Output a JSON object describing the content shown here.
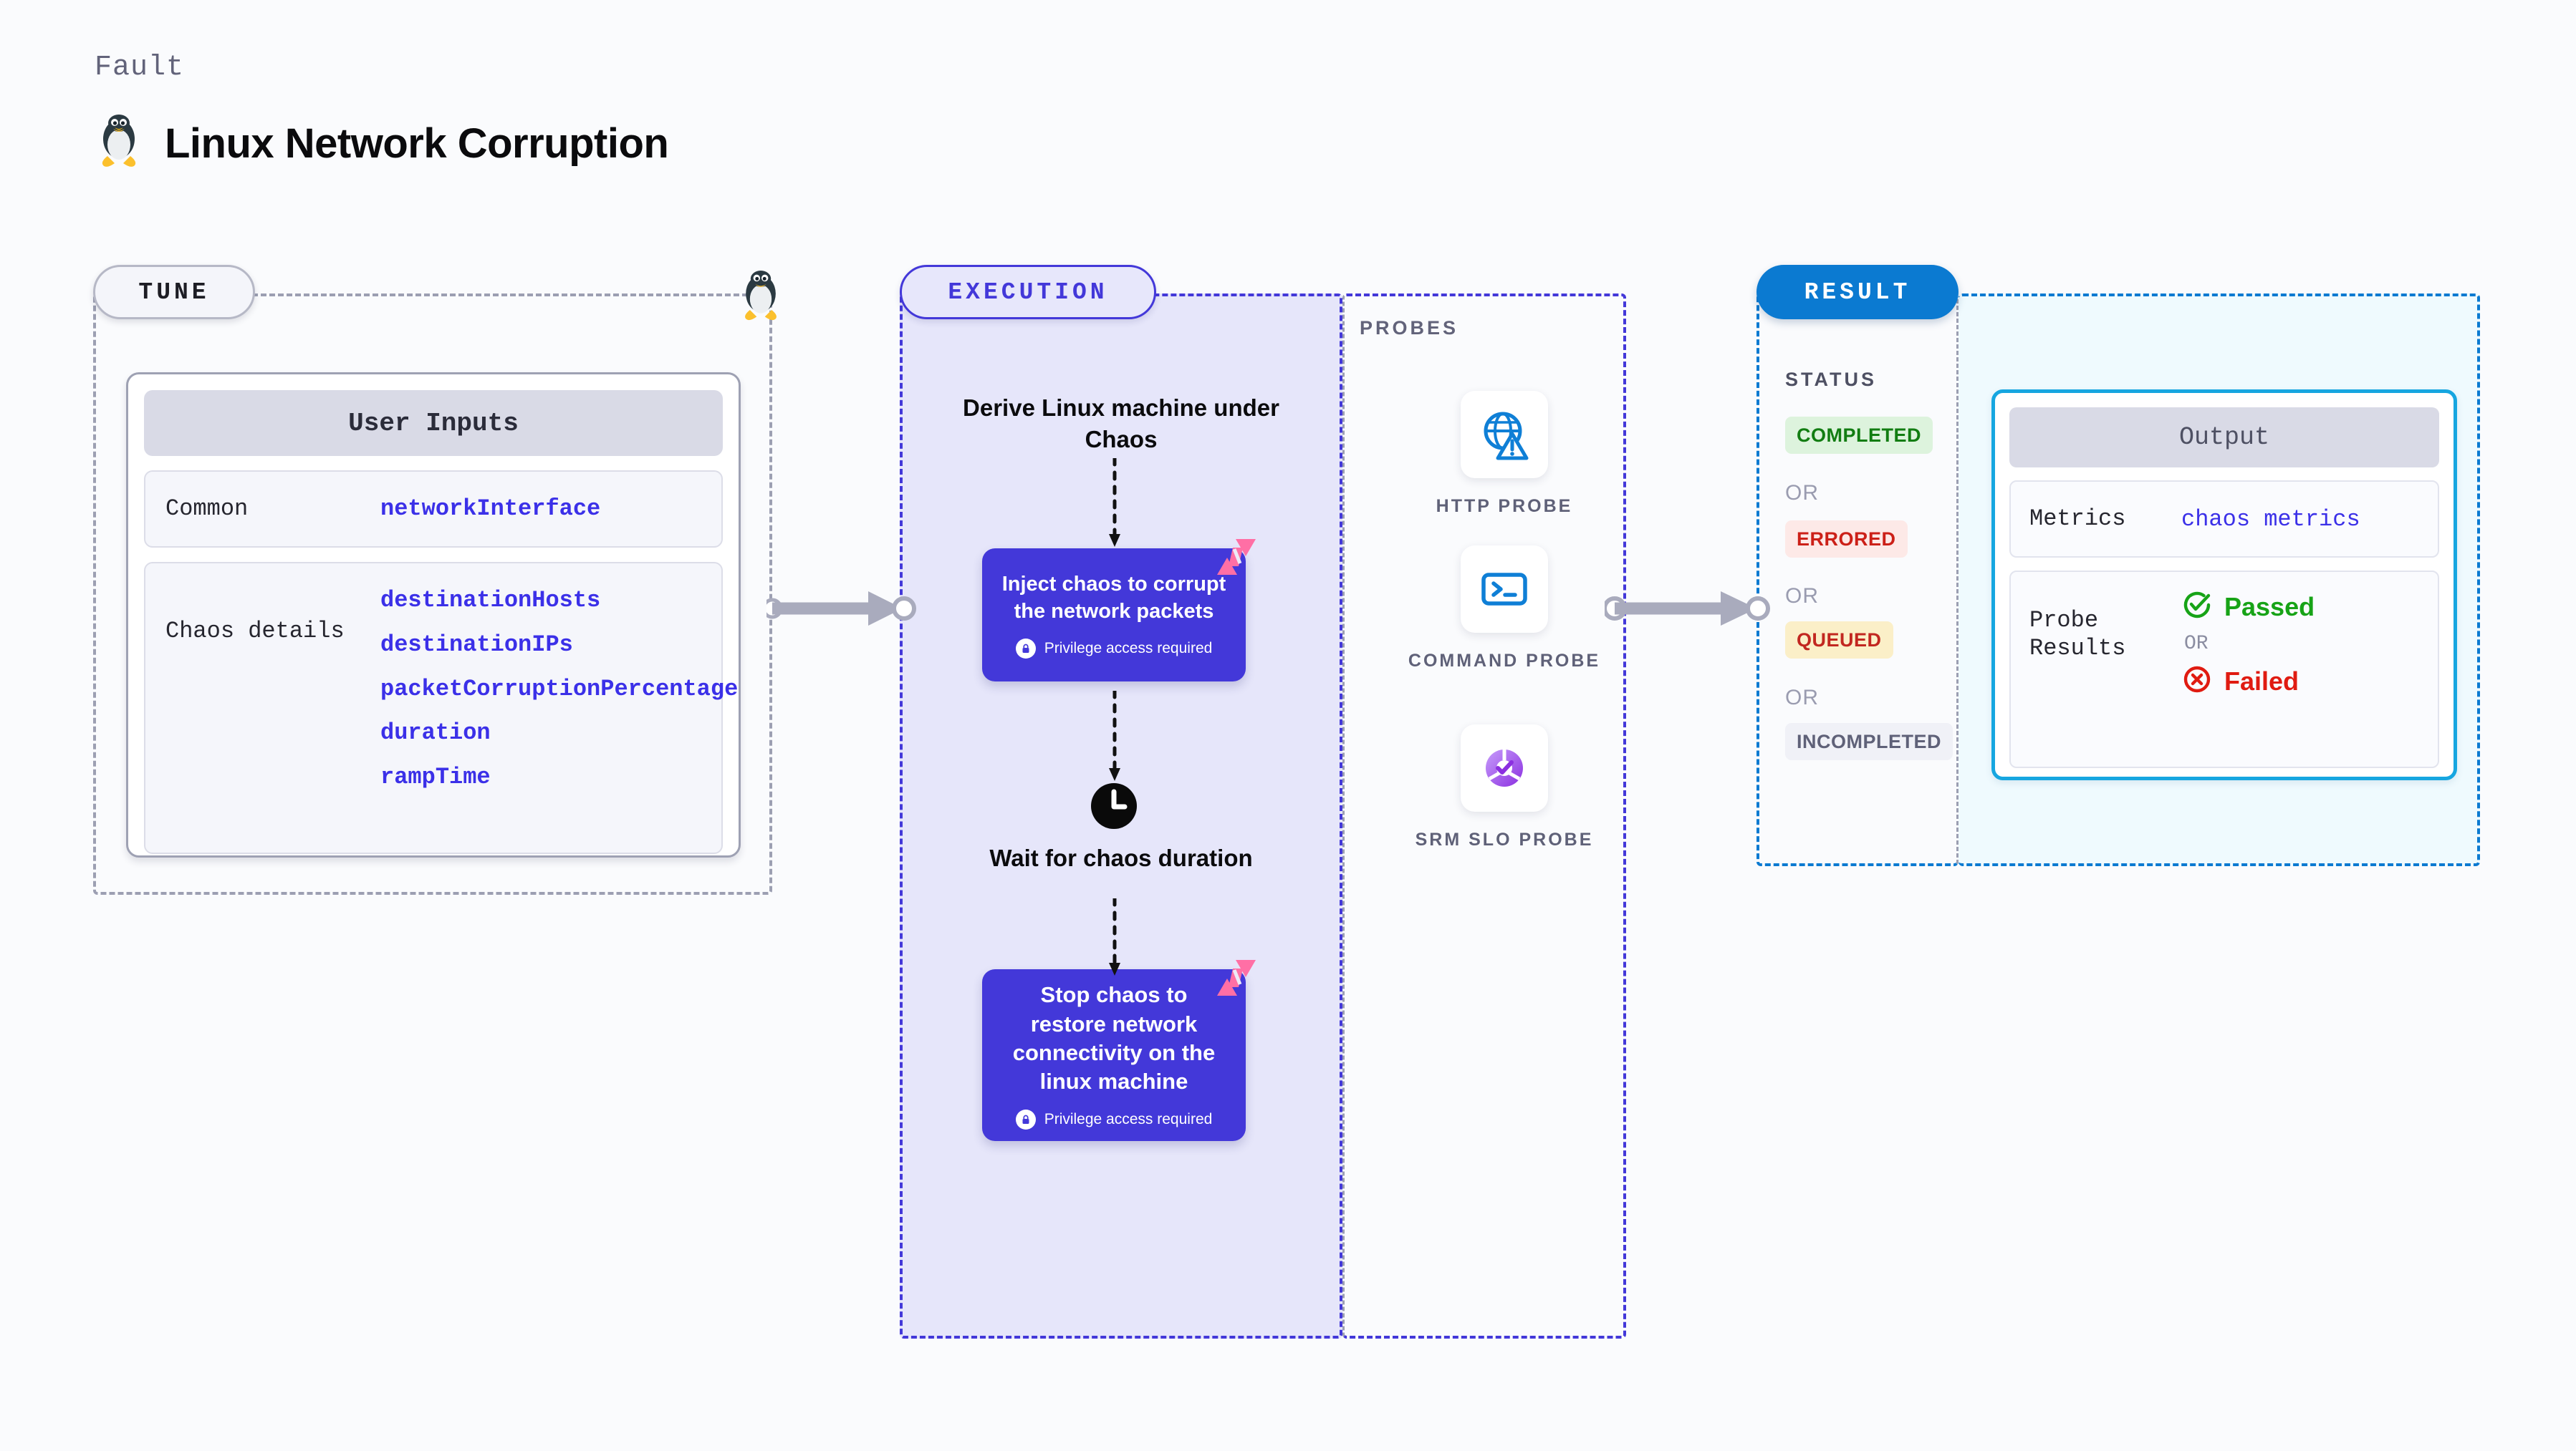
{
  "header": {
    "kicker": "Fault",
    "title": "Linux Network Corruption",
    "icon": "linux-penguin-icon"
  },
  "colors": {
    "tune_accent": "#b6b8c6",
    "execution_accent": "#4338d9",
    "result_accent": "#0b7ad1",
    "output_border": "#16a6e0",
    "value_text": "#3b30e8",
    "harness_mark": "#ff6fa5"
  },
  "tune": {
    "pill_label": "TUNE",
    "line_icon": "linux-penguin-icon",
    "card": {
      "header": "User Inputs",
      "groups": [
        {
          "label": "Common",
          "values": [
            "networkInterface"
          ]
        },
        {
          "label": "Chaos details",
          "values": [
            "destinationHosts",
            "destinationIPs",
            "packetCorruptionPercentage",
            "duration",
            "rampTime"
          ]
        }
      ]
    }
  },
  "execution": {
    "pill_label": "EXECUTION",
    "steps": [
      {
        "type": "text",
        "label": "Derive Linux machine under Chaos"
      },
      {
        "type": "card",
        "label": "Inject chaos to corrupt the network packets",
        "note": "Privilege access required",
        "note_icon": "lock-icon",
        "badge_icon": "harness-logo-icon"
      },
      {
        "type": "text",
        "label": "Wait for chaos duration",
        "icon": "clock-icon"
      },
      {
        "type": "card",
        "label": "Stop chaos to restore network connectivity on the linux machine",
        "note": "Privilege access required",
        "note_icon": "lock-icon",
        "badge_icon": "harness-logo-icon"
      }
    ]
  },
  "probes": {
    "label": "PROBES",
    "items": [
      {
        "caption": "HTTP PROBE",
        "icon": "globe-warning-icon"
      },
      {
        "caption": "COMMAND PROBE",
        "icon": "terminal-icon"
      },
      {
        "caption": "SRM SLO PROBE",
        "icon": "srm-slo-donut-check-icon"
      }
    ]
  },
  "result": {
    "pill_label": "RESULT",
    "status": {
      "label": "STATUS",
      "or_label": "OR",
      "badges": [
        {
          "text": "COMPLETED",
          "bg": "#ddf3dd",
          "fg": "#127d12"
        },
        {
          "text": "ERRORED",
          "bg": "#fde9e7",
          "fg": "#cc2018"
        },
        {
          "text": "QUEUED",
          "bg": "#fbefc8",
          "fg": "#c22720"
        },
        {
          "text": "INCOMPLETED",
          "bg": "#f0f1f7",
          "fg": "#5f6178"
        }
      ]
    },
    "output": {
      "header": "Output",
      "metrics_label": "Metrics",
      "metrics_value": "chaos metrics",
      "probe_results_label": "Probe Results",
      "passed_label": "Passed",
      "passed_icon": "check-circle-icon",
      "or_label": "OR",
      "failed_label": "Failed",
      "failed_icon": "x-circle-icon"
    }
  }
}
